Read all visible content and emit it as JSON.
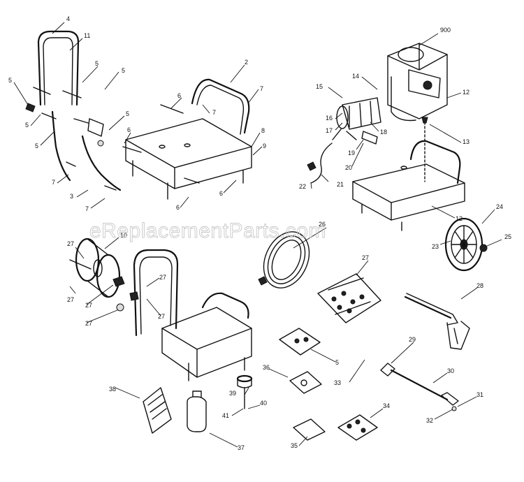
{
  "watermark": "eReplacementParts.com",
  "callouts": {
    "c2": "2",
    "c3": "3",
    "c4": "4",
    "c5a": "5",
    "c5b": "5",
    "c5c": "5",
    "c5d": "5",
    "c5e": "5",
    "c5f": "5",
    "c5g": "5",
    "c6a": "6",
    "c6b": "6",
    "c6c": "6",
    "c6d": "6",
    "c7a": "7",
    "c7b": "7",
    "c7c": "7",
    "c7d": "7",
    "c8": "8",
    "c9": "9",
    "c10": "10",
    "c11": "11",
    "c12a": "12",
    "c12b": "12",
    "c13": "13",
    "c14": "14",
    "c15": "15",
    "c16": "16",
    "c17": "17",
    "c18": "18",
    "c19": "19",
    "c20": "20",
    "c21": "21",
    "c22": "22",
    "c23": "23",
    "c24": "24",
    "c25": "25",
    "c26": "26",
    "c27a": "27",
    "c27b": "27",
    "c27c": "27",
    "c27d": "27",
    "c27e": "27",
    "c27f": "27",
    "c27g": "27",
    "c28": "28",
    "c29": "29",
    "c30": "30",
    "c31": "31",
    "c32": "32",
    "c33": "33",
    "c34": "34",
    "c35": "35",
    "c36": "36",
    "c37": "37",
    "c38": "38",
    "c39": "39",
    "c40": "40",
    "c41": "41",
    "c900": "900"
  }
}
